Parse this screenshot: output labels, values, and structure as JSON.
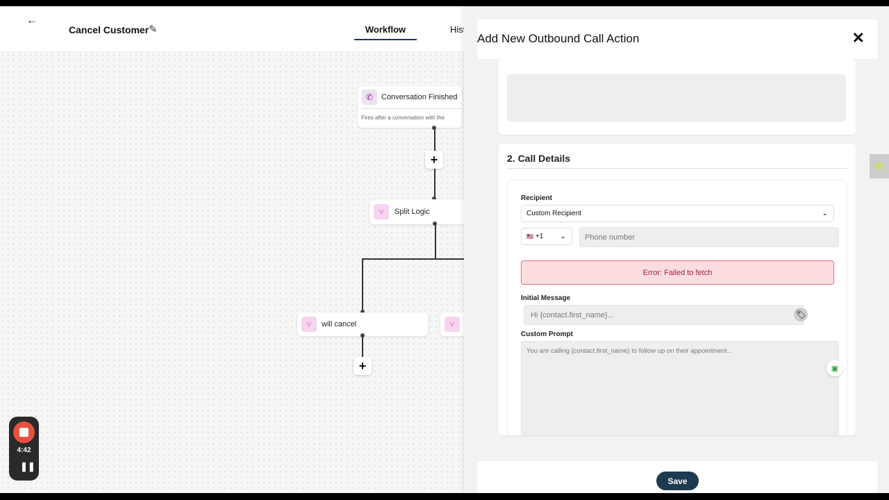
{
  "header": {
    "title": "Cancel Customer",
    "tabs": [
      {
        "label": "Workflow",
        "active": true
      },
      {
        "label": "Hist"
      }
    ]
  },
  "canvas": {
    "nodes": {
      "trigger": {
        "title": "Conversation Finished",
        "desc": "Fires after a conversation with the"
      },
      "split": {
        "title": "Split Logic"
      },
      "branch1": {
        "title": "will cancel"
      }
    }
  },
  "recorder": {
    "time": "4:42"
  },
  "panel": {
    "title": "Add New Outbound Call Action",
    "section_title": "2. Call Details",
    "recipient": {
      "label": "Recipient",
      "value": "Custom Recipient"
    },
    "phone": {
      "country_code": "+1",
      "flag": "🇺🇸",
      "placeholder": "Phone number"
    },
    "error": "Error: Failed to fetch",
    "initial_message": {
      "label": "Initial Message",
      "placeholder": "Hi {contact.first_name}..."
    },
    "custom_prompt": {
      "label": "Custom Prompt",
      "placeholder": "You are calling {contact.first_name} to follow up on their appointment..."
    },
    "save_label": "Save"
  },
  "colors": {
    "primary": "#1d3a4f",
    "error_bg": "#fbdde0",
    "error_text": "#9b2335",
    "node_icon": "#f7d4f0"
  }
}
